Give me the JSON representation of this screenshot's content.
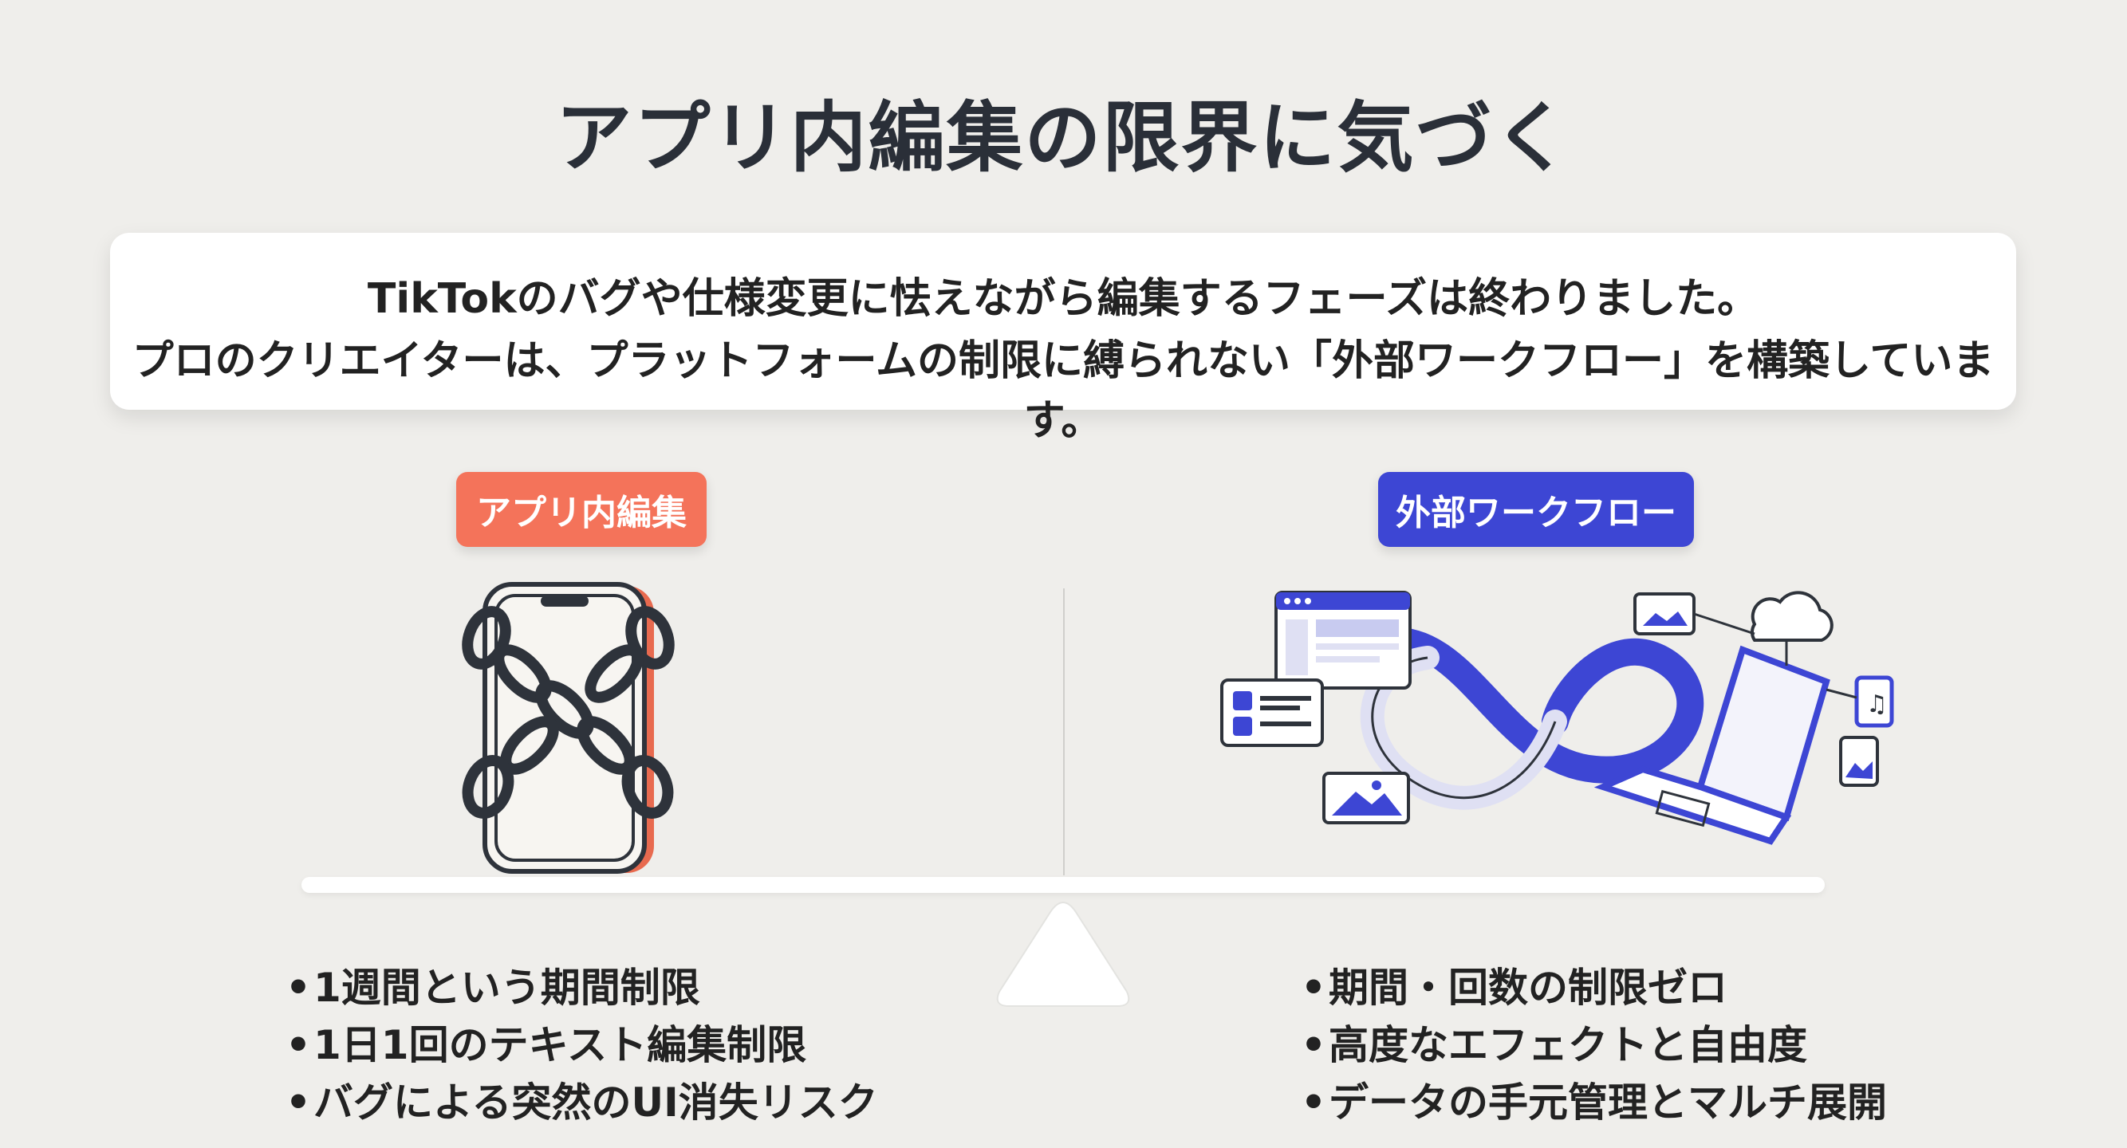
{
  "title": "アプリ内編集の限界に気づく",
  "intro": {
    "line1": "TikTokのバグや仕様変更に怯えながら編集するフェーズは終わりました。",
    "line2": "プロのクリエイターは、プラットフォームの制限に縛られない「外部ワークフロー」を構築しています。"
  },
  "left": {
    "label": "アプリ内編集",
    "color": "#f4735a",
    "illustration": "chained-phone-icon",
    "bullet": "•",
    "points": [
      "1週間という期間制限",
      "1日1回のテキスト編集制限",
      "バグによる突然のUI消失リスク"
    ]
  },
  "right": {
    "label": "外部ワークフロー",
    "color": "#3d46d4",
    "illustration": "infinity-workflow-icon",
    "bullet": "•",
    "points": [
      "期間・回数の制限ゼロ",
      "高度なエフェクトと自由度",
      "データの手元管理とマルチ展開"
    ]
  }
}
